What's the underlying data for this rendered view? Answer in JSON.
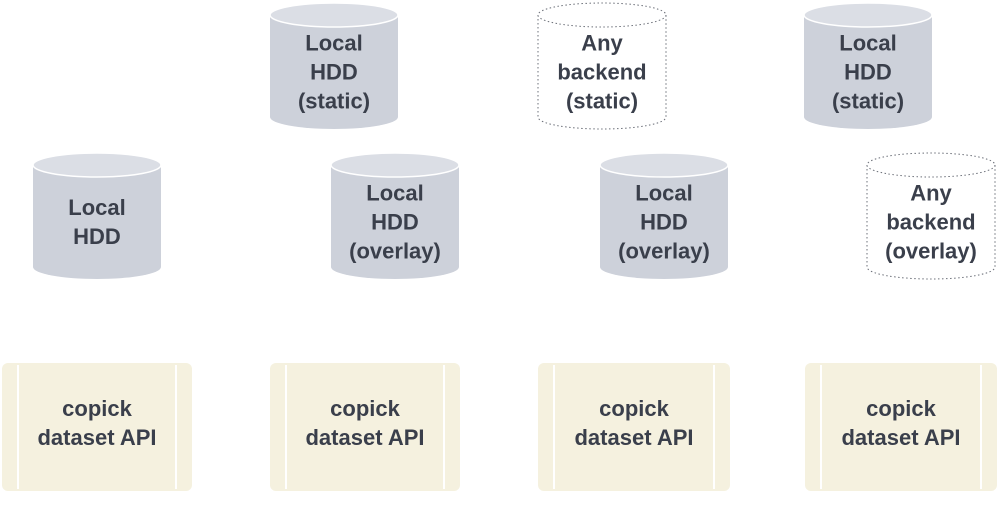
{
  "colors": {
    "cylinder_fill": "#cdd1da",
    "cylinder_top": "#dbdee5",
    "dashed_fill": "#ffffff",
    "dashed_stroke": "#6b6f78",
    "api_fill": "#f5f1df",
    "api_bar": "#ffffff",
    "text": "#3a3f4b"
  },
  "diagram": {
    "cylinders": [
      {
        "id": "local-hdd-col1",
        "style": "solid",
        "lines": [
          "Local",
          "HDD"
        ]
      },
      {
        "id": "local-hdd-static-col2",
        "style": "solid",
        "lines": [
          "Local",
          "HDD",
          "(static)"
        ]
      },
      {
        "id": "local-hdd-overlay-col2",
        "style": "solid",
        "lines": [
          "Local",
          "HDD",
          "(overlay)"
        ]
      },
      {
        "id": "any-backend-static-col3",
        "style": "dashed",
        "lines": [
          "Any",
          "backend",
          "(static)"
        ]
      },
      {
        "id": "local-hdd-overlay-col3",
        "style": "solid",
        "lines": [
          "Local",
          "HDD",
          "(overlay)"
        ]
      },
      {
        "id": "local-hdd-static-col4",
        "style": "solid",
        "lines": [
          "Local",
          "HDD",
          "(static)"
        ]
      },
      {
        "id": "any-backend-overlay-col4",
        "style": "dashed",
        "lines": [
          "Any",
          "backend",
          "(overlay)"
        ]
      }
    ],
    "api_boxes": [
      {
        "id": "api-col1",
        "lines": [
          "copick",
          "dataset API"
        ]
      },
      {
        "id": "api-col2",
        "lines": [
          "copick",
          "dataset API"
        ]
      },
      {
        "id": "api-col3",
        "lines": [
          "copick",
          "dataset API"
        ]
      },
      {
        "id": "api-col4",
        "lines": [
          "copick",
          "dataset API"
        ]
      }
    ]
  }
}
